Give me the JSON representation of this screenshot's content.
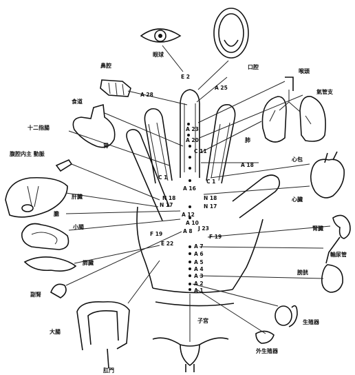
{
  "organs": {
    "eyeball": "眼球",
    "mouth": "口腔",
    "nasal_cavity": "鼻腔",
    "throat": "喉頭",
    "bronchus": "氣管支",
    "esophagus": "食道",
    "duodenum": "十二指腸",
    "stomach": "胃",
    "lung": "肺",
    "pericardium": "心包",
    "heart": "心臓",
    "abdominal_aorta": "腹腔内主 動脈",
    "liver": "肝臓",
    "gallbladder": "膽",
    "small_intestine": "小腸",
    "pancreas": "膵臓",
    "kidney": "腎臓",
    "ureter": "輸尿管",
    "adrenal": "副腎",
    "bladder": "膀胱",
    "large_intestine": "大腸",
    "reproductive": "生殖器",
    "uterus": "子宮",
    "external_genitals": "外生殖器",
    "anus": "肛門"
  },
  "points": {
    "E2": "E 2",
    "A28": "A 28",
    "A25": "A 25",
    "A23": "A 23",
    "A20": "A 20",
    "C11": "C 11",
    "A18": "A 18",
    "C1_left": "C 1",
    "C1_right": "C 1",
    "A16": "A 16",
    "N18_left": "N 18",
    "N17_left": "N 17",
    "N18_right": "N 18",
    "N17_right": "N 17",
    "A12": "A 12",
    "A10": "A 10",
    "A8": "A 8",
    "J23": "J 23",
    "F19_left": "F 19",
    "F19_right": "F 19",
    "E22": "E 22",
    "A7": "A 7",
    "A6": "A 6",
    "A5": "A 5",
    "A4": "A 4",
    "A3": "A 3",
    "A2": "A 2",
    "A1": "A 1"
  }
}
